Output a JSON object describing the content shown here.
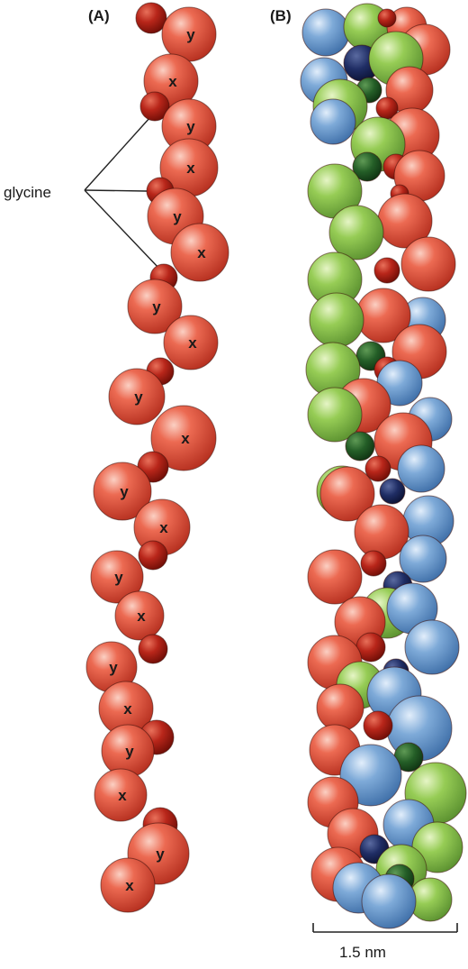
{
  "panels": [
    {
      "label": "(A)"
    },
    {
      "label": "(B)"
    }
  ],
  "glycine_label": "glycine",
  "residue_letters": {
    "x": "x",
    "y": "y"
  },
  "scale_bar_label": "1.5 nm",
  "colors": {
    "chain_red": "#d94a36",
    "glycine_dark_red": "#b41e10",
    "chain_green": "#8cc44a",
    "chain_blue": "#6f9fd0",
    "glycine_dark_green": "#235c25",
    "glycine_navy": "#1c2a5c"
  }
}
